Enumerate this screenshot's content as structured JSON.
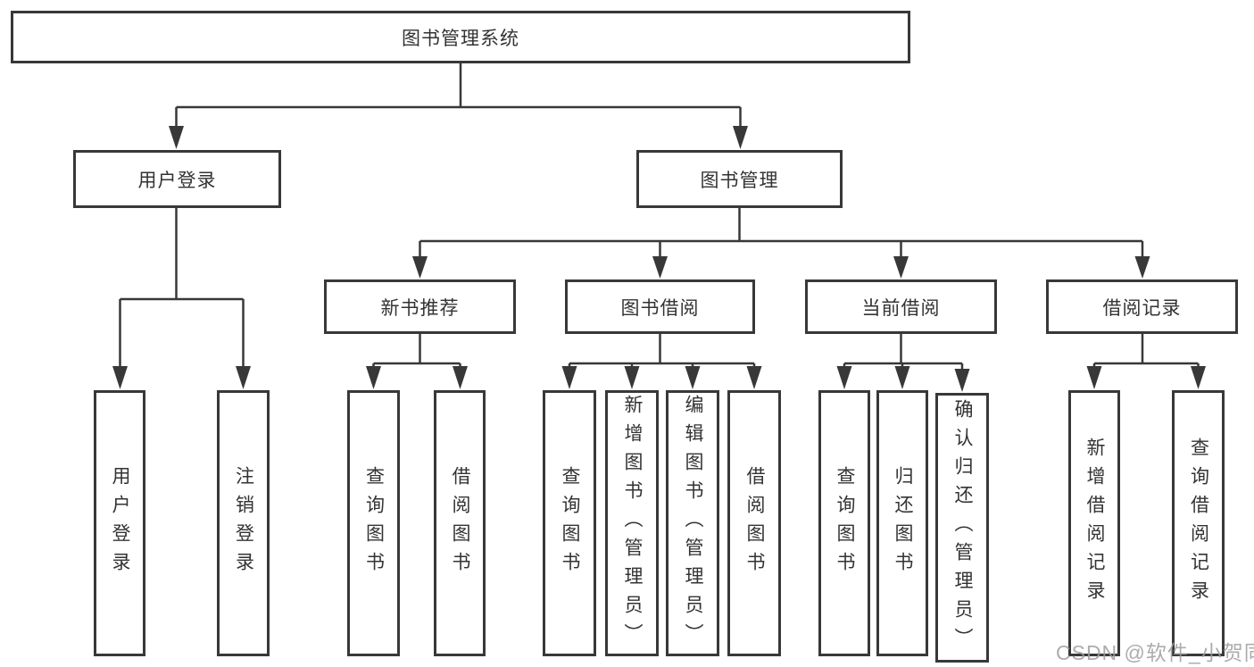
{
  "diagram": {
    "tree": {
      "label": "图书管理系统",
      "children": [
        {
          "label": "用户登录",
          "children": [
            {
              "label": "用户登录"
            },
            {
              "label": "注销登录"
            }
          ]
        },
        {
          "label": "图书管理",
          "children": [
            {
              "label": "新书推荐",
              "children": [
                {
                  "label": "查询图书"
                },
                {
                  "label": "借阅图书"
                }
              ]
            },
            {
              "label": "图书借阅",
              "children": [
                {
                  "label": "查询图书"
                },
                {
                  "label": "新增图书（管理员）"
                },
                {
                  "label": "编辑图书（管理员）"
                },
                {
                  "label": "借阅图书"
                }
              ]
            },
            {
              "label": "当前借阅",
              "children": [
                {
                  "label": "查询图书"
                },
                {
                  "label": "归还图书"
                },
                {
                  "label": "确认归还（管理员）"
                }
              ]
            },
            {
              "label": "借阅记录",
              "children": [
                {
                  "label": "新增借阅记录"
                },
                {
                  "label": "查询借阅记录"
                }
              ]
            }
          ]
        }
      ]
    },
    "colors": {
      "line": "#383838",
      "box_border": "#383838",
      "text": "#333333",
      "background": "#ffffff",
      "watermark": "#9e9e9e"
    }
  },
  "watermark": {
    "text": "CSDN @软件_小贺同学"
  }
}
